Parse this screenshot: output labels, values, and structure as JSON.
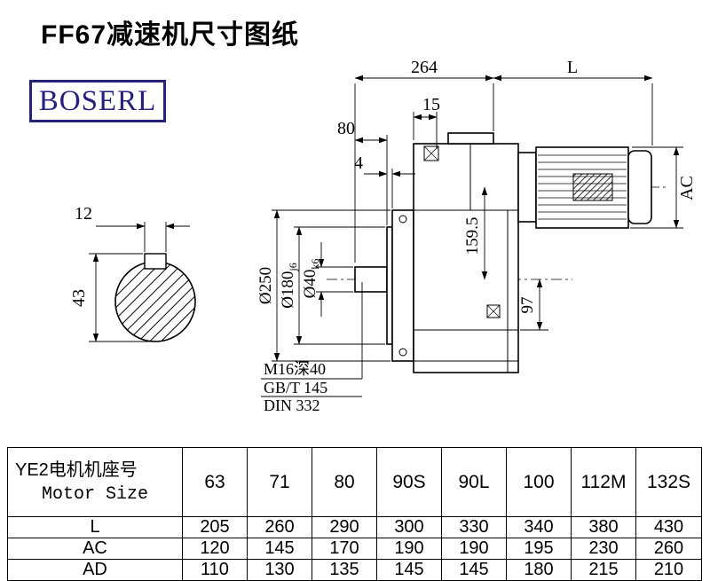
{
  "page": {
    "title": "FF67减速机尺寸图纸",
    "brand": "BOSERL"
  },
  "drawing": {
    "dims": {
      "overall_length": "264",
      "motor_length": "L",
      "dim_15": "15",
      "dim_80": "80",
      "dim_4": "4",
      "motor_diameter": "AC",
      "keyway_width": "12",
      "shaft_key_height": "43",
      "flange_diameter": "Ø250",
      "spigot_diameter": "Ø180",
      "spigot_tolerance": "j6",
      "shaft_diameter": "Ø40",
      "shaft_tolerance": "k6",
      "center_height": "159.5",
      "dim_97": "97"
    },
    "notes": {
      "tap": "M16深40",
      "standard1": "GB/T 145",
      "standard2": "DIN 332"
    }
  },
  "table": {
    "header_cn": "YE2电机机座号",
    "header_en": "Motor Size",
    "sizes": [
      "63",
      "71",
      "80",
      "90S",
      "90L",
      "100",
      "112M",
      "132S"
    ],
    "rows": [
      {
        "label": "L",
        "values": [
          "205",
          "260",
          "290",
          "300",
          "330",
          "340",
          "380",
          "430"
        ]
      },
      {
        "label": "AC",
        "values": [
          "120",
          "145",
          "170",
          "190",
          "190",
          "195",
          "230",
          "260"
        ]
      },
      {
        "label": "AD",
        "values": [
          "110",
          "130",
          "135",
          "145",
          "145",
          "180",
          "215",
          "210"
        ]
      }
    ]
  }
}
